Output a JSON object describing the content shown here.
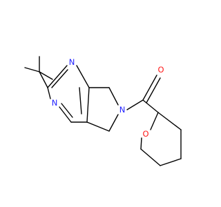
{
  "structure": {
    "atoms": {
      "n_top": "N",
      "n_left": "N",
      "n_ring": "N",
      "o_carbonyl": "O",
      "o_ring": "O"
    },
    "colors": {
      "bond": "#000000",
      "nitrogen": "#2222ff",
      "oxygen": "#ff1a1a",
      "background": "#ffffff"
    }
  }
}
